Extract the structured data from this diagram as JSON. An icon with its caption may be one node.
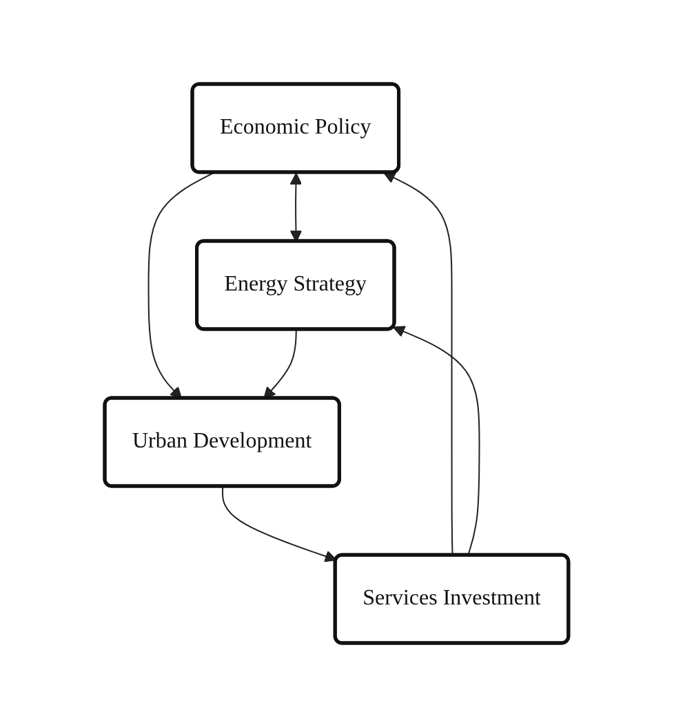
{
  "diagram": {
    "nodes": [
      {
        "text": [
          "Economic Policy"
        ]
      },
      {
        "text": [
          "Energy Strategy"
        ]
      },
      {
        "text": [
          "Urban Development"
        ]
      },
      {
        "text": [
          "Services Investment"
        ]
      }
    ],
    "edges": [
      {
        "from": 0,
        "to": 1,
        "arrow": "both"
      },
      {
        "from": 0,
        "to": 2,
        "arrow": "to"
      },
      {
        "from": 1,
        "to": 2,
        "arrow": "to"
      },
      {
        "from": 2,
        "to": 3,
        "arrow": "to"
      },
      {
        "from": 3,
        "to": 0,
        "arrow": "to"
      },
      {
        "from": 3,
        "to": 1,
        "arrow": "to"
      }
    ]
  }
}
